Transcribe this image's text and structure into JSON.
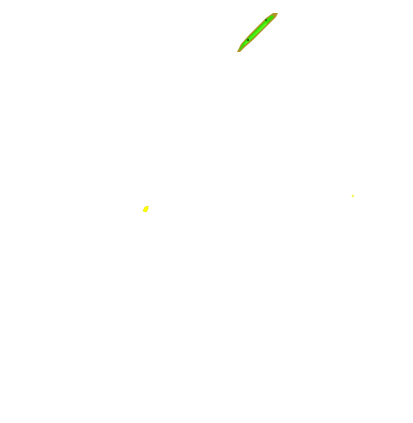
{
  "canvas": {
    "background": "#ffffff"
  },
  "marks": [
    {
      "name": "green-diagonal-streak",
      "shape": "diagonal-streak",
      "fill": "#33dd00",
      "edge": "#a08000"
    },
    {
      "name": "yellow-speck-left",
      "shape": "speck",
      "fill": "#ffff00",
      "edge": "#e6e600"
    },
    {
      "name": "yellow-speck-right",
      "shape": "dot",
      "fill": "#ffff66",
      "edge": "#e6e64d"
    }
  ]
}
